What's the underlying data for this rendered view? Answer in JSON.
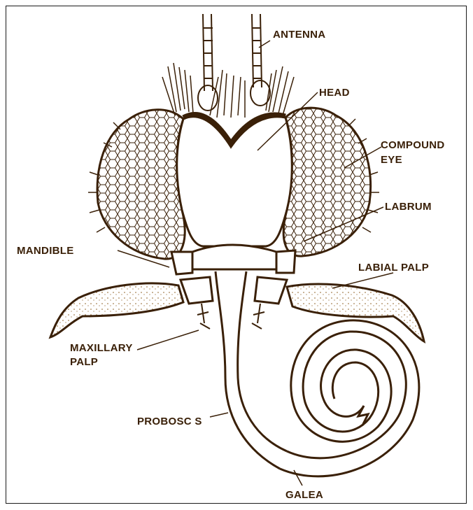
{
  "labels": {
    "antenna": "ANTENNA",
    "head": "HEAD",
    "compound_line1": "COMPOUND",
    "compound_line2": "EYE",
    "labrum": "LABRUM",
    "mandible": "MANDIBLE",
    "labial_palp": "LABIAL PALP",
    "maxillary_line1": "MAXILLARY",
    "maxillary_line2": "PALP",
    "proboscis": "PROBOSC S",
    "galea": "GALEA"
  },
  "colors": {
    "ink": "#3a2008",
    "ink_light": "#8a5a1c",
    "paper": "#ffffff",
    "tint": "#f3e3c6"
  }
}
